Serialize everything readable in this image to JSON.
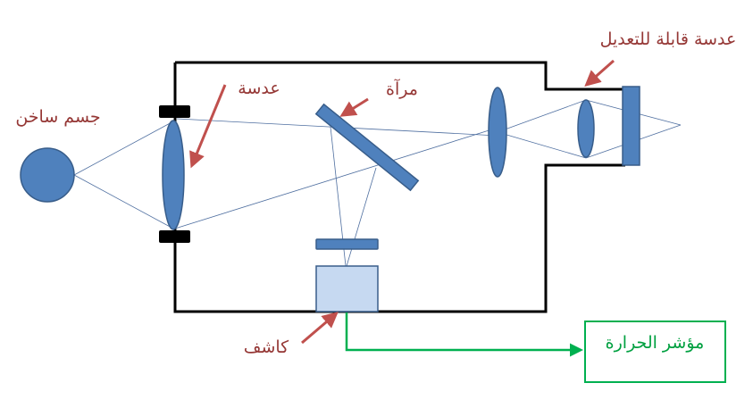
{
  "labels": {
    "hot_body": "جسم ساخن",
    "lens": "عدسة",
    "mirror": "مرآة",
    "adjustable_lens": "عدسة قابلة للتعديل",
    "detector": "كاشف",
    "temperature_indicator": "مؤشر الحرارة"
  },
  "colors": {
    "component": "#4f81bd",
    "detector_fill": "#c6d9f1",
    "label": "#953735",
    "arrow": "#c0504d",
    "signal": "#00b050"
  }
}
